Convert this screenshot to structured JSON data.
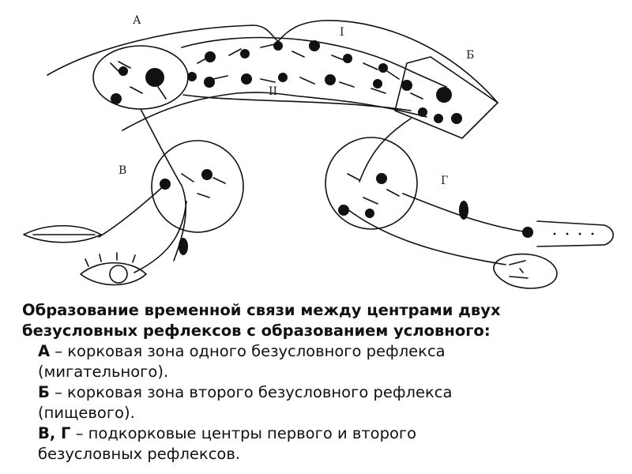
{
  "diagram": {
    "labels": {
      "a": "А",
      "b": "Б",
      "v": "В",
      "g": "Г",
      "i": "I",
      "ii": "II"
    }
  },
  "caption": {
    "title_line1": "Образование временной связи между центрами двух",
    "title_line2": "безусловных рефлексов с образованием условного:",
    "items": [
      {
        "key": "А",
        "text": " – корковая зона одного безусловного рефлекса",
        "cont": "(мигательного)."
      },
      {
        "key": "Б",
        "text": " – корковая зона второго безусловного рефлекса",
        "cont": "(пищевого)."
      },
      {
        "key": "В, Г",
        "text": " – подкорковые центры первого и второго",
        "cont": "безусловных рефлексов."
      }
    ]
  }
}
